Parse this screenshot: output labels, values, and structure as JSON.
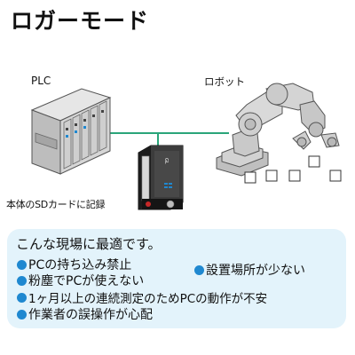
{
  "title": "ロガーモード",
  "labels": {
    "plc": "PLC",
    "robot": "ロボット",
    "sd_card": "本体のSDカードに記録"
  },
  "device_brand": "GL",
  "panel": {
    "heading": "こんな現場に最適です。",
    "bullets": [
      "PCの持ち込み禁止",
      "設置場所が少ない",
      "粉塵でPCが使えない",
      "1ヶ月以上の連続測定のためPCの動作が不安",
      "作業者の誤操作が心配"
    ]
  },
  "colors": {
    "accent": "#1f88d0",
    "line": "#2aa57a",
    "panel_bg": "#e3f3fb",
    "machine": "#c7c7c7"
  },
  "icons": [
    "plc-icon",
    "robot-arm-icon",
    "data-logger-icon",
    "workpiece-icon"
  ]
}
